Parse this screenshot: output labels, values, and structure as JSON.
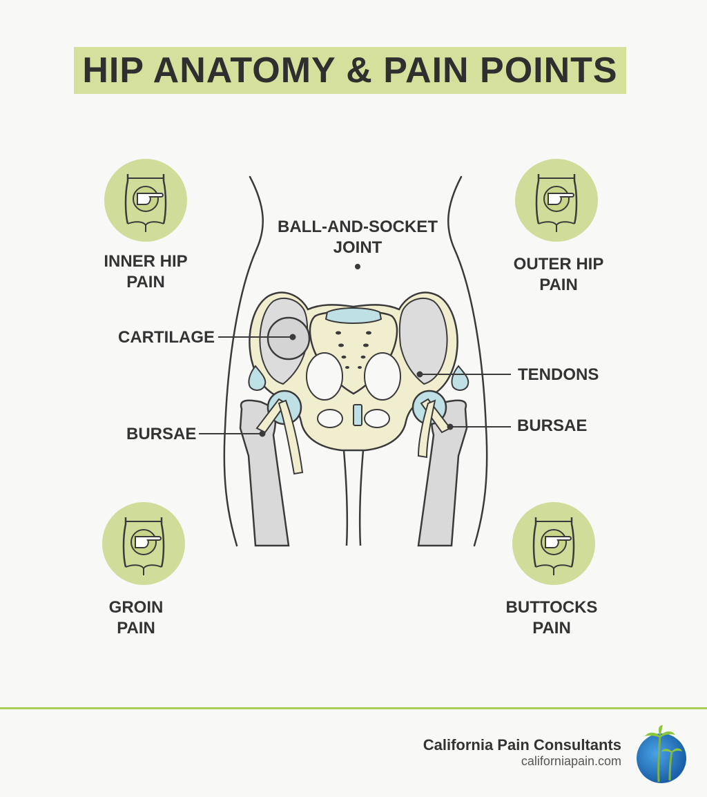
{
  "title": "HIP ANATOMY & PAIN POINTS",
  "labels": {
    "ball_socket_line1": "BALL-AND-SOCKET",
    "ball_socket_line2": "JOINT",
    "cartilage": "CARTILAGE",
    "tendons": "TENDONS",
    "bursae_left": "BURSAE",
    "bursae_right": "BURSAE"
  },
  "pain_points": {
    "inner_hip": {
      "label": "INNER HIP\nPAIN",
      "icon": "torso-hand-icon"
    },
    "outer_hip": {
      "label": "OUTER HIP\nPAIN",
      "icon": "torso-hand-icon"
    },
    "groin": {
      "label": "GROIN\nPAIN",
      "icon": "torso-hand-icon"
    },
    "buttocks": {
      "label": "BUTTOCKS\nPAIN",
      "icon": "torso-hand-icon"
    }
  },
  "footer": {
    "brand_name": "California Pain Consultants",
    "brand_url": "californiapain.com",
    "logo_icon": "palm-tree-globe-icon"
  },
  "colors": {
    "accent_green": "#d4e09b",
    "divider_green": "#a9cf54",
    "bone": "#f1eed0",
    "gray_bone": "#d9d9d9",
    "cartilage_blue": "#bfe0e4"
  }
}
